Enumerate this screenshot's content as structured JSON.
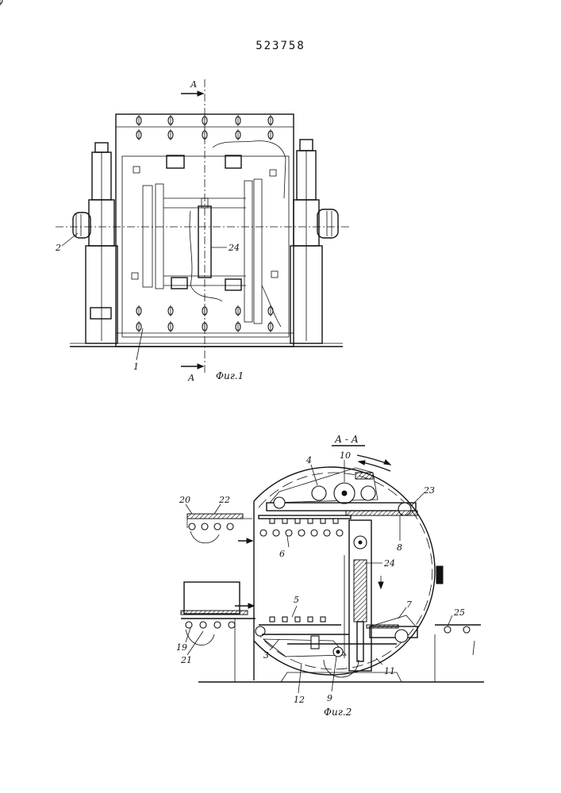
{
  "document": {
    "patent_number": "523758"
  },
  "figure1": {
    "caption": "Фиг.1",
    "section_mark_top": "А",
    "section_mark_bottom": "А",
    "labels": {
      "l2": "2",
      "l24": "24",
      "l1": "1"
    }
  },
  "figure2": {
    "caption": "Фиг.2",
    "section_title": "А - А",
    "labels": {
      "l4": "4",
      "l10": "10",
      "l23": "23",
      "l20": "20",
      "l22": "22",
      "l6": "6",
      "l8": "8",
      "l24": "24",
      "l5": "5",
      "l7": "7",
      "l25": "25",
      "l19": "19",
      "l21": "21",
      "l3": "3",
      "l12": "12",
      "l9": "9",
      "l11": "11"
    }
  }
}
